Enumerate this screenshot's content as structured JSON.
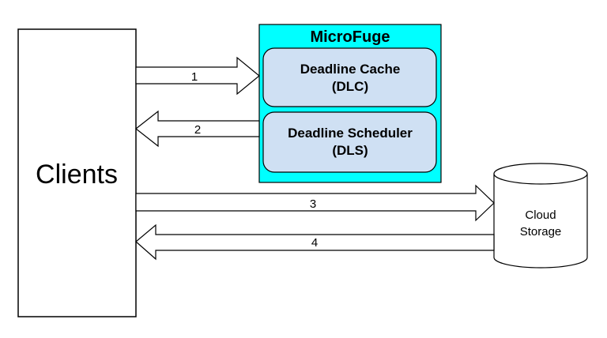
{
  "clients": {
    "label": "Clients"
  },
  "microfuge": {
    "title": "MicroFuge",
    "title_color": "#cc1111",
    "fill_color": "#00ffff",
    "components": [
      {
        "line1": "Deadline Cache",
        "line2": "(DLC)"
      },
      {
        "line1": "Deadline Scheduler",
        "line2": "(DLS)"
      }
    ],
    "component_fill": "#cfe0f3"
  },
  "cloud_storage": {
    "line1": "Cloud",
    "line2": "Storage"
  },
  "arrows": [
    {
      "number": "1",
      "direction": "right"
    },
    {
      "number": "2",
      "direction": "left"
    },
    {
      "number": "3",
      "direction": "right"
    },
    {
      "number": "4",
      "direction": "left"
    }
  ]
}
